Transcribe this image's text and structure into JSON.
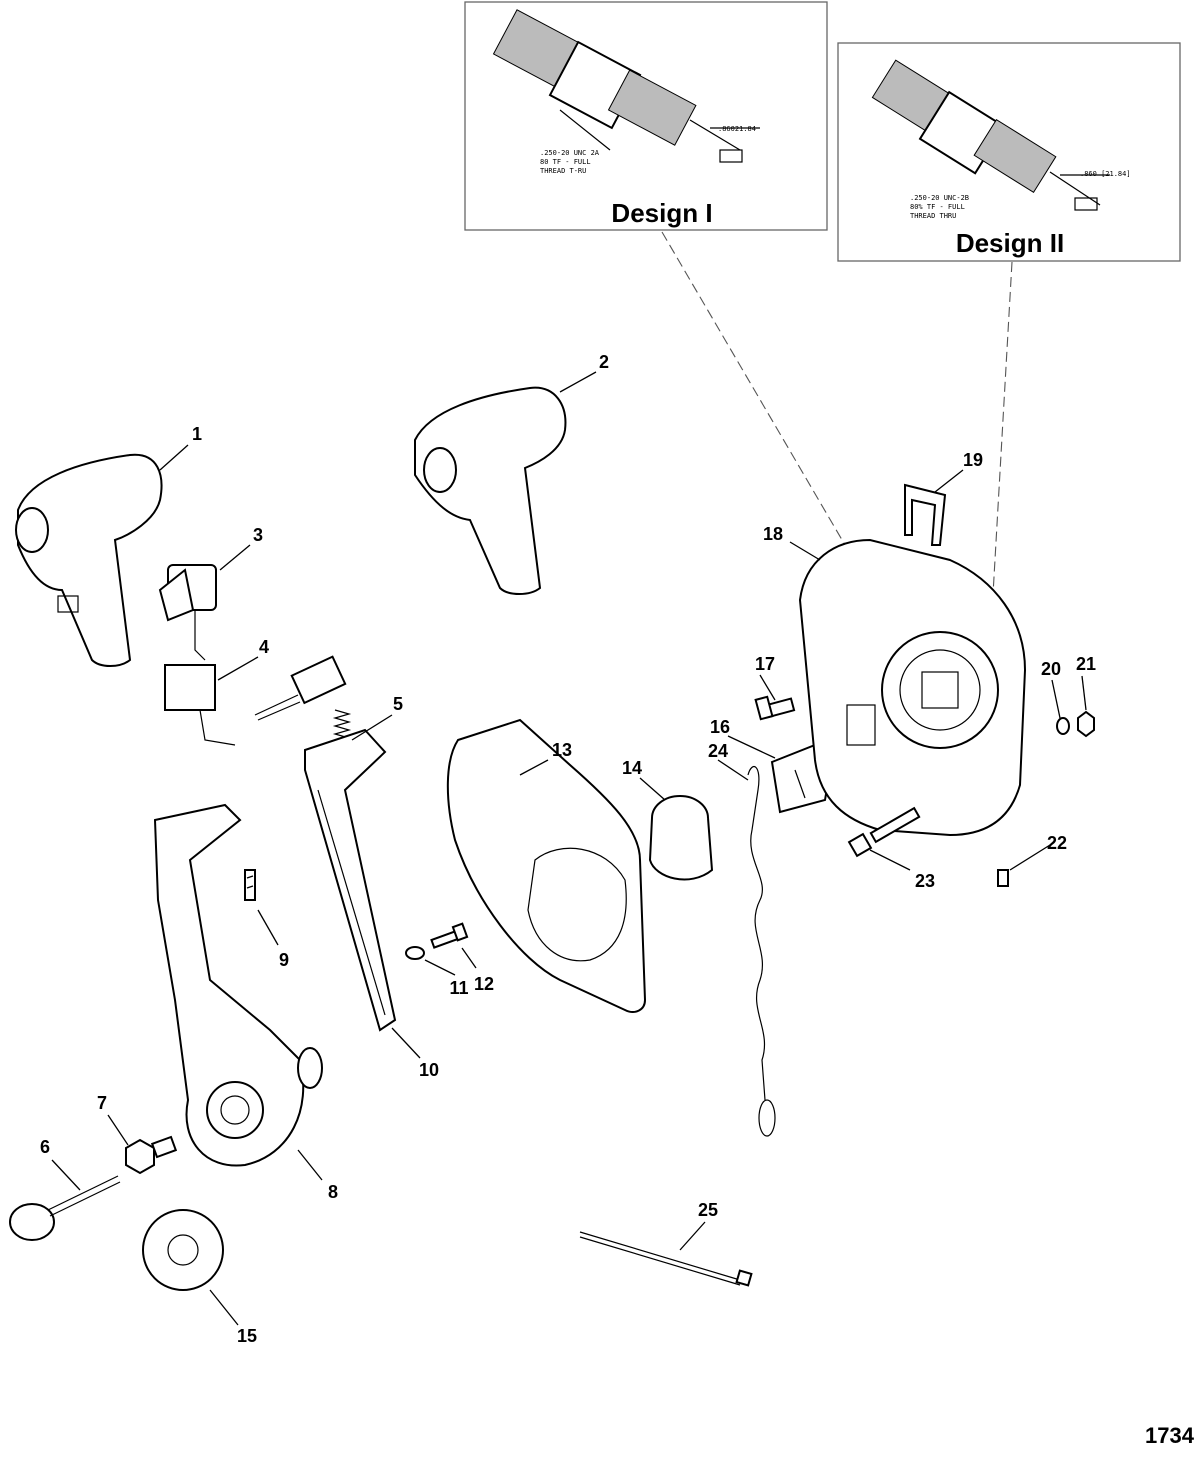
{
  "insets": [
    {
      "title": "Design I",
      "dimension": ".86021.84",
      "note_lines": [
        ".250-20 UNC 2A",
        "80 TF - FULL",
        "THREAD T-RU"
      ]
    },
    {
      "title": "Design II",
      "dimension": ".860 [21.84]",
      "note_lines": [
        ".250-20 UNC-2B",
        "80% TF - FULL",
        "THREAD THRU"
      ]
    }
  ],
  "callouts": [
    "1",
    "2",
    "3",
    "4",
    "5",
    "6",
    "7",
    "8",
    "9",
    "10",
    "11",
    "12",
    "13",
    "14",
    "15",
    "16",
    "17",
    "18",
    "19",
    "20",
    "21",
    "22",
    "23",
    "24",
    "25"
  ],
  "figure_number": "1734"
}
